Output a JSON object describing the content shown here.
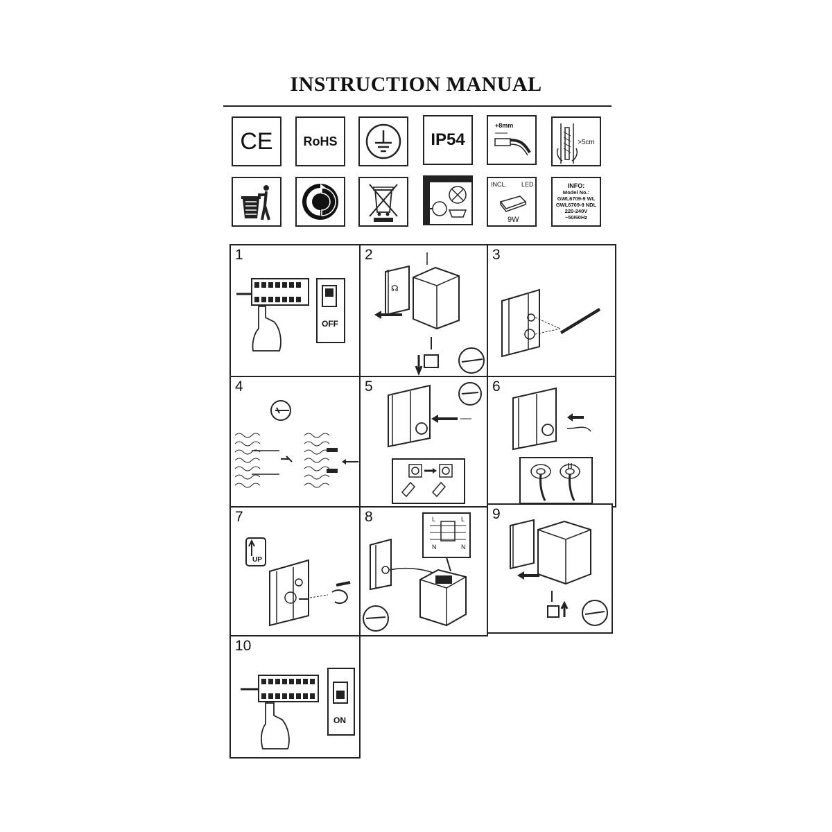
{
  "title": "INSTRUCTION MANUAL",
  "icons": {
    "ce": "CE",
    "rohs": "RoHS",
    "ip": "IP54",
    "strip": "+8mm",
    "distance": ">5cm",
    "led_incl": "INCL.",
    "led_word": "LED",
    "led_power": "9W",
    "info_head": "INFO:",
    "info_model": "Model No.:",
    "info_line1": "GWL6709-9 WL",
    "info_line2": "GWL6709-9 NDL",
    "info_voltage": "220-240V",
    "info_freq": "~50/60Hz"
  },
  "steps": [
    {
      "num": "1",
      "label": "OFF"
    },
    {
      "num": "2"
    },
    {
      "num": "3"
    },
    {
      "num": "4"
    },
    {
      "num": "5"
    },
    {
      "num": "6"
    },
    {
      "num": "7",
      "label": "UP"
    },
    {
      "num": "8",
      "wire_l": "L",
      "wire_n": "N"
    },
    {
      "num": "9"
    },
    {
      "num": "10",
      "label": "ON"
    }
  ]
}
